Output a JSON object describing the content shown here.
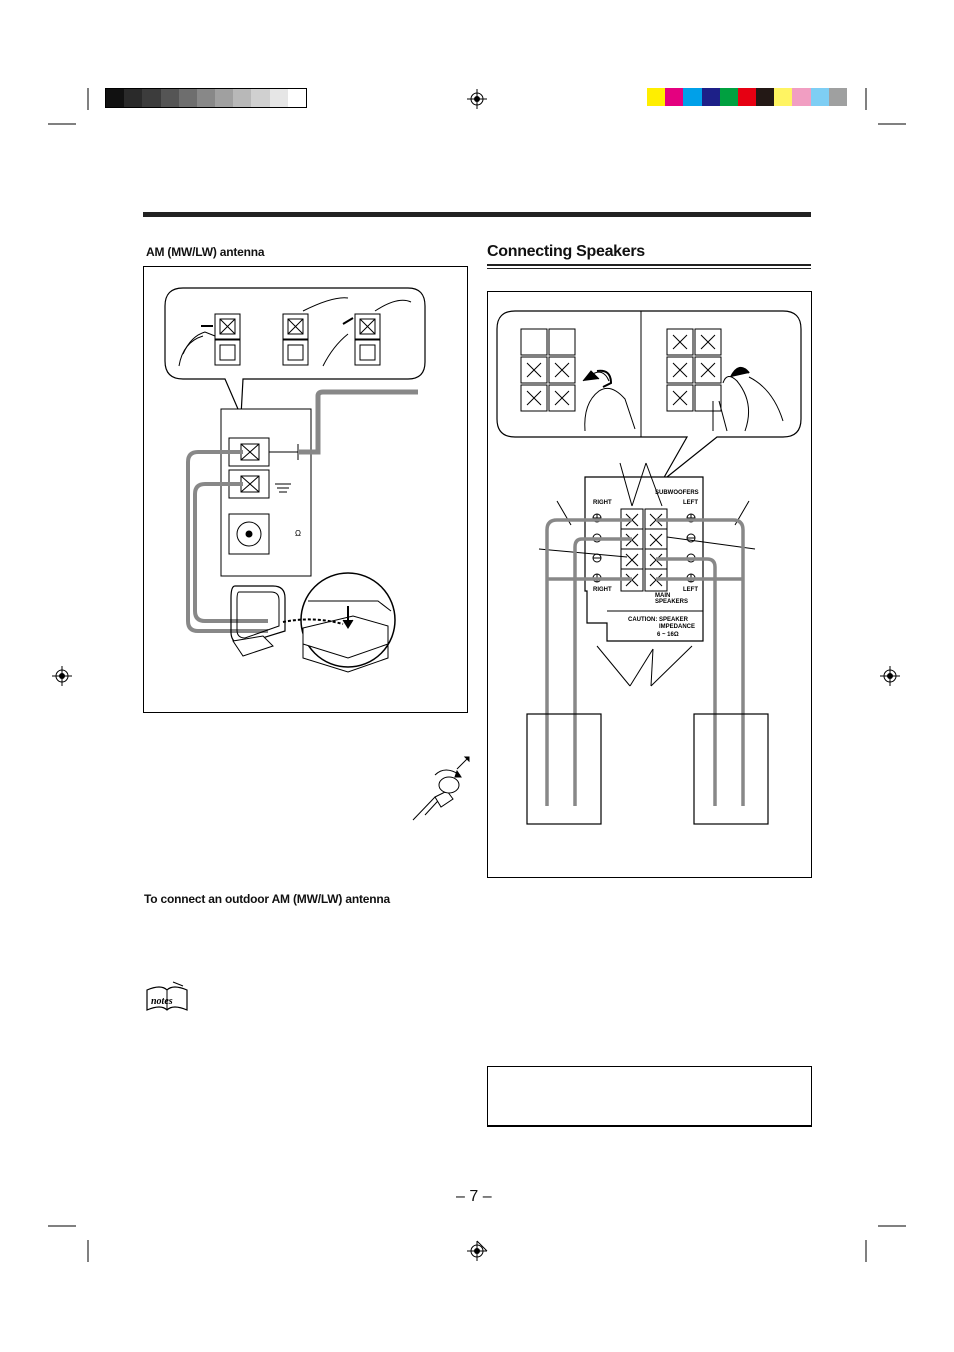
{
  "page": {
    "number": "– 7 –"
  },
  "left": {
    "am_heading": "AM (MW/LW) antenna",
    "outdoor_heading": "To connect an outdoor AM (MW/LW) antenna",
    "ohm_symbol": "Ω",
    "notes_icon_label": "notes"
  },
  "right": {
    "section_title": "Connecting Speakers",
    "panel": {
      "subwoofers": "SUBWOOFERS",
      "right_top": "RIGHT",
      "left_top": "LEFT",
      "right_bottom": "RIGHT",
      "left_bottom": "LEFT",
      "main": "MAIN",
      "speakers": "SPEAKERS",
      "caution": "CAUTION: SPEAKER",
      "impedance": "IMPEDANCE",
      "range": "6 ~ 16Ω"
    }
  },
  "colors": {
    "black_bar": "#222222",
    "wire_gray": "#8a8a8a",
    "swatches_gray": [
      "#111111",
      "#2a2a2a",
      "#3c3c3c",
      "#555555",
      "#6e6e6e",
      "#888888",
      "#a0a0a0",
      "#b8b8b8",
      "#d0d0d0",
      "#e6e6e6",
      "#ffffff"
    ],
    "swatches_color": [
      "#ffee00",
      "#e4007f",
      "#00a0e9",
      "#1d2088",
      "#00a040",
      "#e60012",
      "#231815",
      "#fff462",
      "#f19ec2",
      "#7ecef4",
      "#9fa0a0"
    ]
  }
}
